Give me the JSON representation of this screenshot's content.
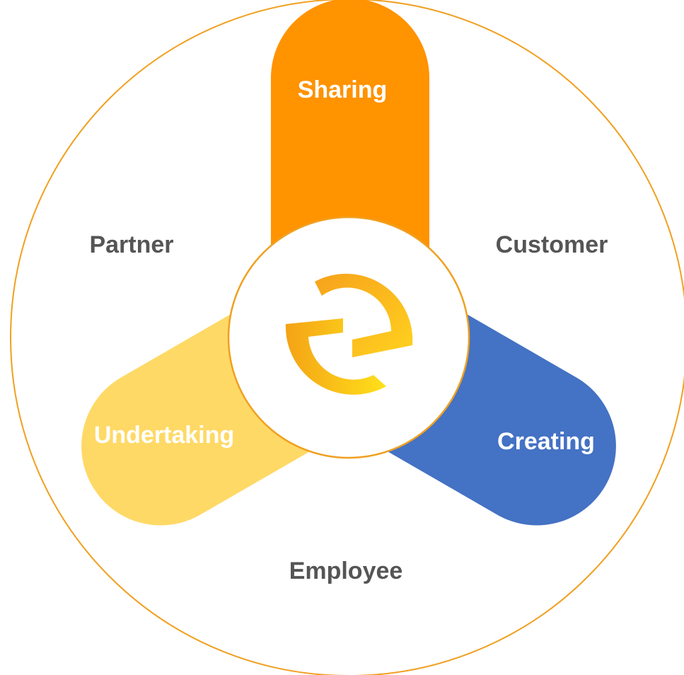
{
  "arms": {
    "top": {
      "label": "Sharing",
      "color": "#FF9300"
    },
    "left": {
      "label": "Undertaking",
      "color": "#4472C4"
    },
    "right": {
      "label": "Creating",
      "color": "#FFD966"
    }
  },
  "stakeholders": {
    "upper_left": "Partner",
    "upper_right": "Customer",
    "bottom": "Employee"
  },
  "colors": {
    "outline": "#F0A020",
    "label_text": "#555555",
    "logo_primary": "#F9A825",
    "logo_secondary": "#FFD21F"
  },
  "logo": {
    "icon": "interlocking-arcs-logo"
  }
}
